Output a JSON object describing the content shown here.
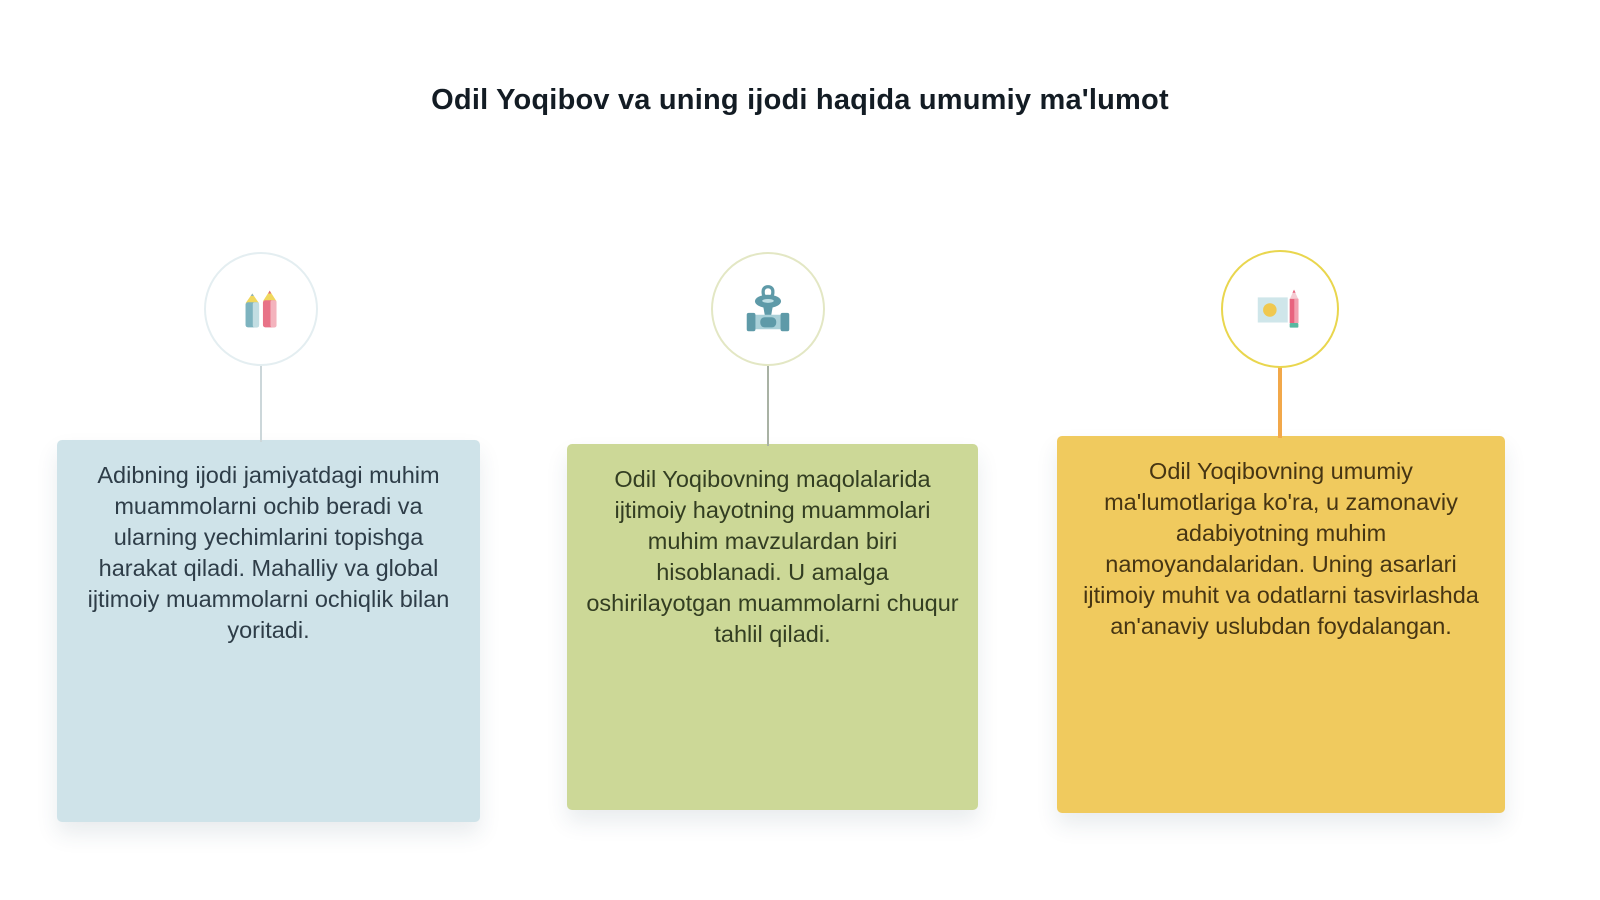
{
  "page": {
    "title": "Odil Yoqibov va uning ijodi haqida umumiy ma'lumot",
    "background": "#ffffff",
    "title_color": "#131c24"
  },
  "columns": [
    {
      "icon": "colored-pencils-icon",
      "circle_border": "#e4eef1",
      "connector_color": "#ccd7da",
      "card_bg": "#cfe3e9",
      "text_color": "#2e3d48",
      "text": "Adibning ijodi jamiyatdagi muhim muammolarni ochib beradi va ularning yechimlarini topishga harakat qiladi. Mahalliy va global ijtimoiy muammolarni ochiqlik bilan yoritadi."
    },
    {
      "icon": "water-valve-icon",
      "circle_border": "#e3e7c4",
      "connector_color": "#a9b2a4",
      "card_bg": "#ccd897",
      "text_color": "#333e22",
      "text": "Odil Yoqibovning maqolalarida ijtimoiy hayotning muammolari muhim mavzulardan biri hisoblanadi. U amalga oshirilayotgan muammolarni chuqur tahlil qiladi."
    },
    {
      "icon": "picture-and-pencil-icon",
      "circle_border": "#e9d64e",
      "connector_color": "#f2a84a",
      "card_bg": "#f0ca5e",
      "text_color": "#463513",
      "text": "Odil Yoqibovning umumiy ma'lumotlariga ko'ra, u zamonaviy adabiyotning muhim namoyandalaridan. Uning asarlari ijtimoiy muhit va odatlarni tasvirlashda an'anaviy uslubdan foydalangan."
    }
  ],
  "icon_colors": {
    "pencil_teal": "#7db3bf",
    "pencil_teal_light": "#c2dde2",
    "pencil_pink": "#e87287",
    "pencil_pink_light": "#f4b3bd",
    "pencil_tip_yellow": "#f0d75e",
    "valve_dark": "#5e9aa8",
    "valve_light": "#a9d0d8",
    "valve_inner_light": "#bedee4",
    "picture_frame_blue": "#cfe6ea",
    "picture_sun_yellow": "#f0c84f",
    "picture_pencil_pink": "#e8647e",
    "picture_pencil_tip": "#f5cdd4",
    "picture_pencil_eraser_teal": "#58b8a0"
  }
}
